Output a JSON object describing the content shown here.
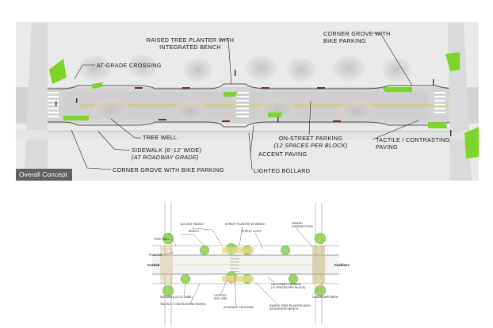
{
  "overall": {
    "tag": "Overall Concept",
    "labels": {
      "raised_planter_1": "RAISED TREE PLANTER WITH",
      "raised_planter_2": "INTEGRATED BENCH",
      "corner_grove_top_1": "CORNER GROVE WITH",
      "corner_grove_top_2": "BIKE PARKING",
      "at_grade": "AT-GRADE CROSSING",
      "tree_well": "TREE WELL",
      "sidewalk_1": "SIDEWALK (8'-12' WIDE)",
      "sidewalk_2": "(AT ROADWAY GRADE)",
      "corner_grove_bottom": "CORNER GROVE WITH BIKE PARKING",
      "accent_paving": "ACCENT PAVING",
      "lighted_bollard": "LIGHTED BOLLARD",
      "on_street_1": "ON-STREET PARKING",
      "on_street_2": "(12 SPACES PER BLOCK)",
      "tactile_1": "TACTILE / CONTRASTING",
      "tactile_2": "PAVING"
    }
  },
  "plan": {
    "labels": {
      "accent_paving": "ACCENT PAVING",
      "bench": "BENCH",
      "street_planter": "STREET PLANTER W/ BENCH",
      "street_light": "STREET LIGHT",
      "tabled_1": "TABLED",
      "tabled_2": "INTERSECTION",
      "tree_well": "TREE WELL",
      "planter": "PLANTER",
      "curbed": "Curbed",
      "curbless": "Curbless",
      "sidewalk": "SIDEWALK (8'-12' WIDE)",
      "tactile": "TACTILE / CONTRASTING PAVING",
      "lighted_1": "LIGHTED",
      "lighted_2": "BOLLARD",
      "at_grade": "AT-GRADE CROSSING",
      "on_street_1": "ON-STREET PARKING",
      "on_street_2": "(12 SPACES PER BLOCK)",
      "raised_1": "RAISED TREE PLANTER WITH",
      "raised_2": "INTEGRATED BENCH",
      "landscape": "LANDSCAPE AREA"
    }
  },
  "colors": {
    "green": "#7cd62a",
    "tree": "#8fd15a",
    "paving": "#c9b98a"
  }
}
